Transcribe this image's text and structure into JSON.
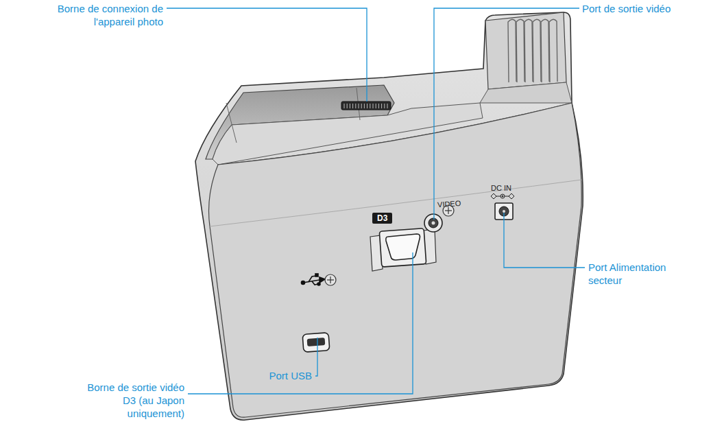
{
  "diagram": {
    "labels": [
      "Borne de connexion de l'appareil photo",
      "Port de sortie vidéo",
      "Port Alimentation secteur",
      "Port USB",
      "Borne de sortie vidéo D3 (au Japon uniquement)",
      "D3",
      "VIDEO",
      "DC IN"
    ]
  }
}
